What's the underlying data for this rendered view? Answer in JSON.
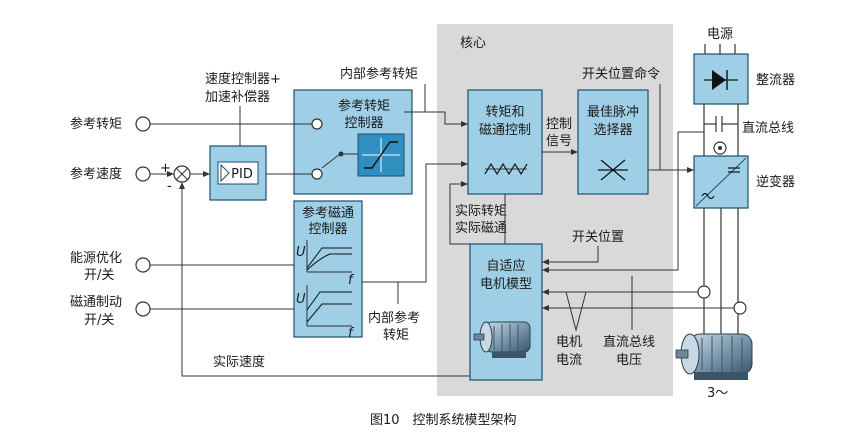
{
  "core": {
    "label": "核心"
  },
  "inputs": {
    "torque_ref": "参考转矩",
    "speed_ref": "参考速度",
    "energy_opt": [
      "能源优化",
      "开/关"
    ],
    "flux_brake": [
      "磁通制动",
      "开/关"
    ]
  },
  "blocks": {
    "pid": "PID",
    "torque_ctrl": [
      "参考转矩",
      "控制器"
    ],
    "flux_ctrl": [
      "参考磁通",
      "控制器"
    ],
    "dtc": [
      "转矩和",
      "磁通控制"
    ],
    "pulse_sel": [
      "最佳脉冲",
      "选择器"
    ],
    "motor_model": [
      "自适应",
      "电机模型"
    ],
    "rectifier": "整流器",
    "inverter": "逆变器"
  },
  "labels": {
    "speed_ctrl": [
      "速度控制器+",
      "加速补偿器"
    ],
    "internal_torque_ref_top": "内部参考转矩",
    "control_signal": [
      "控制",
      "信号"
    ],
    "switch_cmd": "开关位置命令",
    "actual_torque": "实际转矩",
    "actual_flux": "实际磁通",
    "switch_pos": "开关位置",
    "internal_torque_ref_bottom": [
      "内部参考",
      "转矩"
    ],
    "actual_speed": "实际速度",
    "motor_current": [
      "电机",
      "电流"
    ],
    "dc_bus_voltage": [
      "直流总线",
      "电压"
    ],
    "power_supply": "电源",
    "dc_bus": "直流总线",
    "three_phase": "3～",
    "plus": "+",
    "minus": "-",
    "axis_u": "U",
    "axis_f": "f"
  },
  "caption": "图10　控制系统模型架构",
  "colors": {
    "core_bg": "#d9d9d9",
    "block_fill": "#9ecfe6",
    "inner_fill": "#2e8fc0",
    "line": "#333333"
  }
}
